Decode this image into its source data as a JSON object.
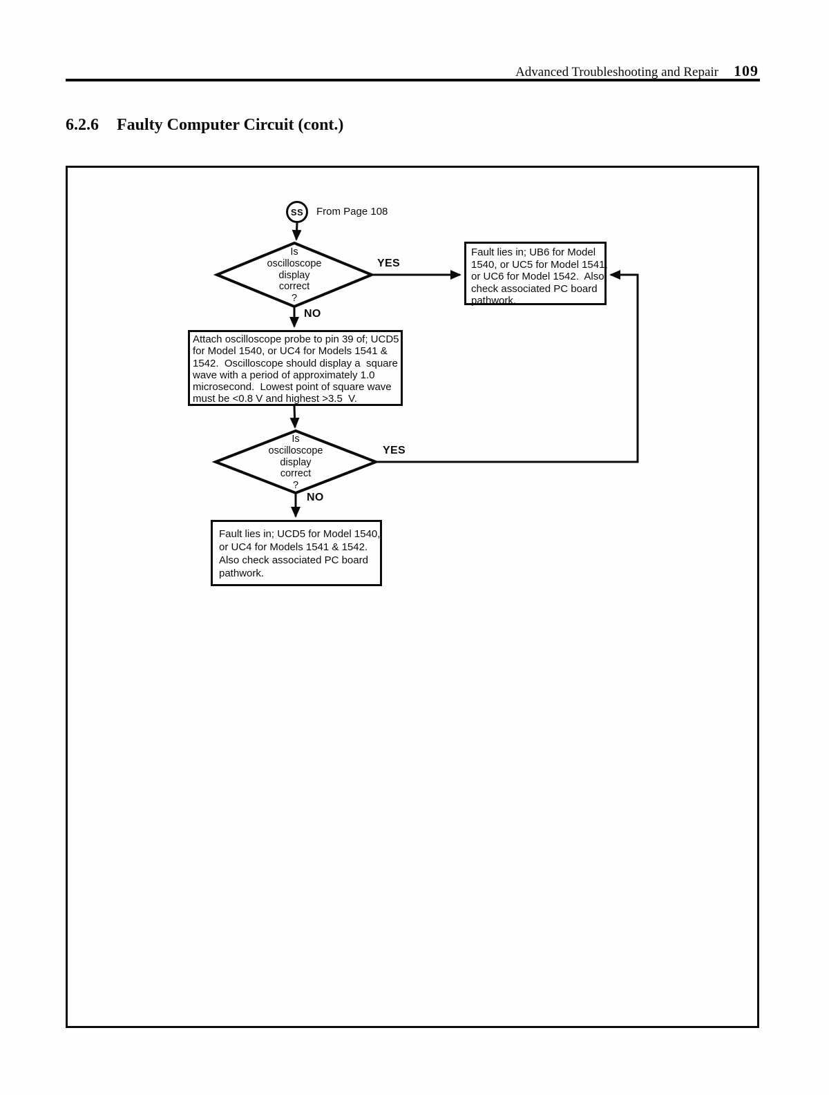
{
  "header": {
    "section_title": "Advanced Troubleshooting and Repair",
    "page_number": "109"
  },
  "section": {
    "number": "6.2.6",
    "title": "Faulty Computer Circuit (cont.)"
  },
  "flowchart": {
    "start_connector": {
      "label": "SS",
      "caption": "From Page 108"
    },
    "decision_1": {
      "lines": [
        "Is",
        "oscilloscope",
        "display",
        "correct",
        "?"
      ],
      "yes_label": "YES",
      "no_label": "NO"
    },
    "fault_box_right": {
      "lines": [
        "Fault lies in; UB6 for Model",
        "1540, or UC5 for Model 1541,",
        "or UC6 for Model 1542.  Also",
        "check associated PC board",
        "pathwork."
      ]
    },
    "process_box": {
      "lines": [
        "Attach oscilloscope probe to pin 39 of; UCD5",
        "for Model 1540, or UC4 for Models 1541 &",
        "1542.  Oscilloscope should display a  square",
        "wave with a period of approximately 1.0",
        "microsecond.  Lowest point of square wave",
        "must be <0.8 V and highest >3.5  V."
      ]
    },
    "decision_2": {
      "lines": [
        "Is",
        "oscilloscope",
        "display",
        "correct",
        "?"
      ],
      "yes_label": "YES",
      "no_label": "NO"
    },
    "fault_box_bottom": {
      "lines": [
        "Fault lies in; UCD5 for Model 1540,",
        "or UC4 for Models 1541 & 1542.",
        "Also check associated PC board",
        "pathwork."
      ]
    }
  }
}
